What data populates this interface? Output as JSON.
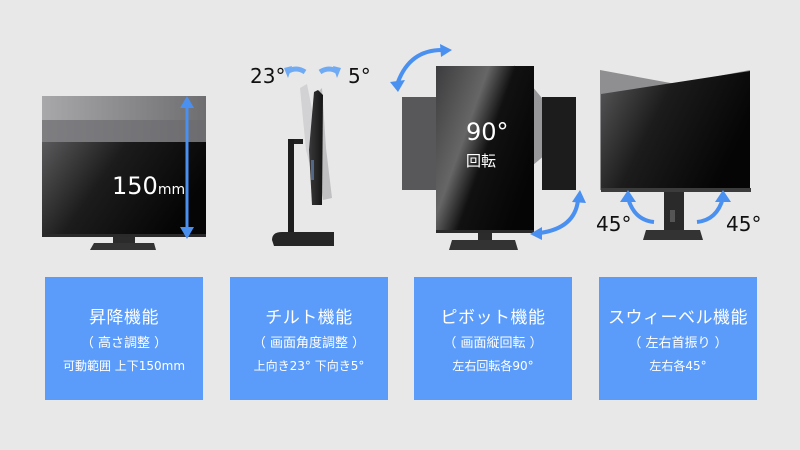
{
  "features": [
    {
      "title": "昇降機能",
      "subtitle": "（ 高さ調整 ）",
      "detail": "可動範囲 上下150mm",
      "illustration": {
        "value": "150",
        "unit": "mm",
        "icon": "height-adjust-arrow-icon"
      }
    },
    {
      "title": "チルト機能",
      "subtitle": "（ 画面角度調整 ）",
      "detail": "上向き23° 下向き5°",
      "illustration": {
        "angle_up": "23°",
        "angle_down": "5°",
        "icon": "tilt-arrows-icon"
      }
    },
    {
      "title": "ピボット機能",
      "subtitle": "（ 画面縦回転 ）",
      "detail": "左右回転各90°",
      "illustration": {
        "angle": "90°",
        "label": "回転",
        "icon": "pivot-rotate-arrows-icon"
      }
    },
    {
      "title": "スウィーベル機能",
      "subtitle": "（ 左右首振り ）",
      "detail": "左右各45°",
      "illustration": {
        "angle_left": "45°",
        "angle_right": "45°",
        "icon": "swivel-arrows-icon"
      }
    }
  ],
  "colors": {
    "background": "#e8e8e8",
    "card": "#5b9cfb",
    "arrow": "#4a90f0",
    "screen": "#111111"
  }
}
